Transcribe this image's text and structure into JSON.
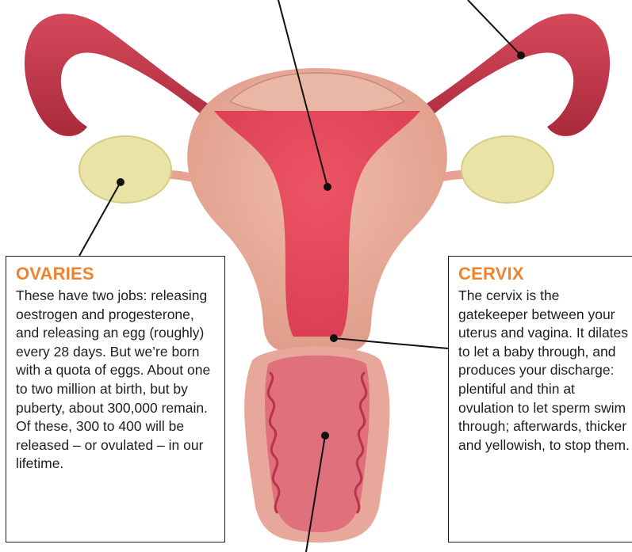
{
  "labels": {
    "ovaries": {
      "title": "OVARIES",
      "body": "These have two jobs: releasing oestrogen and progesterone, and releasing an egg (roughly) every 28 days. But we’re born with a quota of eggs. About one to two million at birth, but by puberty, about 300,000 remain. Of these, 300 to 400 will be released – or ovulated – in our lifetime."
    },
    "cervix": {
      "title": "CERVIX",
      "body": "The cervix is the gatekeeper between your uterus and vagina. It dilates to let a baby through, and produces your discharge: plentiful and thin at ovulation to let sperm swim through; afterwards, thicker and yellowish, to stop them."
    }
  },
  "colors": {
    "accent_title": "#f0822d",
    "text": "#1e1e1e",
    "tube": "#c8384c",
    "uterus_inner": "#e14a5d",
    "uterus_outer": "#e9ad9c",
    "ovary": "#e9e3a6",
    "vagina_inner": "#ea8f8f",
    "vagina_outer": "#e7a79a",
    "leader_line": "#111111"
  }
}
